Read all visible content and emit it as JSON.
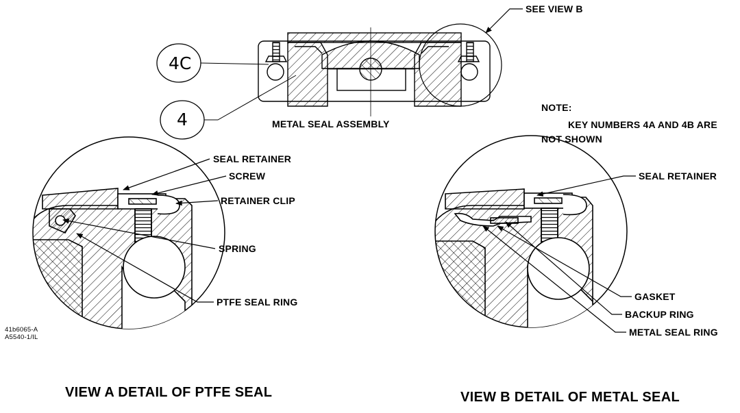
{
  "assembly": {
    "title": "METAL SEAL ASSEMBLY",
    "see_view": "SEE VIEW B",
    "key_callouts": [
      "4C",
      "4"
    ]
  },
  "note": {
    "heading": "NOTE:",
    "line1": "KEY NUMBERS 4A AND 4B ARE",
    "line2": "NOT SHOWN"
  },
  "view_a": {
    "caption": "VIEW A DETAIL OF PTFE SEAL",
    "labels": [
      "SEAL RETAINER",
      "SCREW",
      "RETAINER CLIP",
      "SPRING",
      "PTFE SEAL RING"
    ]
  },
  "view_b": {
    "caption": "VIEW B DETAIL OF METAL SEAL",
    "labels": [
      "SEAL RETAINER",
      "GASKET",
      "BACKUP RING",
      "METAL SEAL RING"
    ]
  },
  "drawing_id": {
    "line1": "41b6065-A",
    "line2": "A5540-1/IL"
  }
}
